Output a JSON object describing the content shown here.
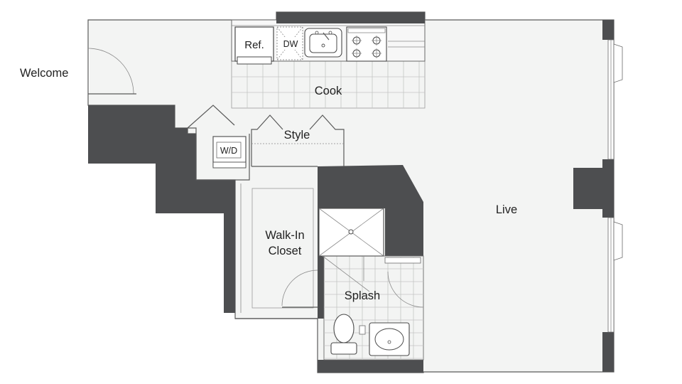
{
  "rooms": {
    "welcome": "Welcome",
    "cook": "Cook",
    "style": "Style",
    "walk_in_closet_line1": "Walk-In",
    "walk_in_closet_line2": "Closet",
    "splash": "Splash",
    "live": "Live"
  },
  "fixtures": {
    "refrigerator": "Ref.",
    "dishwasher": "DW",
    "washer_dryer": "W/D"
  },
  "colors": {
    "wall": "#4d4e50",
    "floor": "#f3f4f3",
    "outline": "#5a5a5a"
  }
}
